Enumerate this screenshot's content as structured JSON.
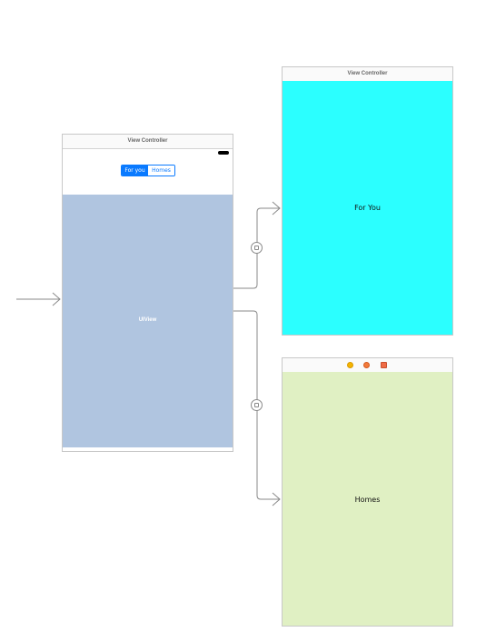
{
  "main_scene": {
    "title": "View Controller",
    "segmented_control": {
      "segments": [
        "For you",
        "Homes"
      ],
      "selected_index": 0
    },
    "container_view_label": "UIView"
  },
  "for_you_scene": {
    "title": "View Controller",
    "label": "For You",
    "background_color": "#2bffff"
  },
  "homes_scene": {
    "title_icons": [
      "view-controller-icon",
      "first-responder-icon",
      "exit-icon"
    ],
    "label": "Homes",
    "background_color": "#e0f0c3"
  },
  "segues": [
    {
      "icon": "embed-segue-icon",
      "from": "container-view",
      "to": "for-you-scene"
    },
    {
      "icon": "embed-segue-icon",
      "from": "container-view",
      "to": "homes-scene"
    }
  ],
  "colors": {
    "accent": "#0a7aff",
    "container_view": "#b0c5e0",
    "connector": "#8a8a8a"
  }
}
